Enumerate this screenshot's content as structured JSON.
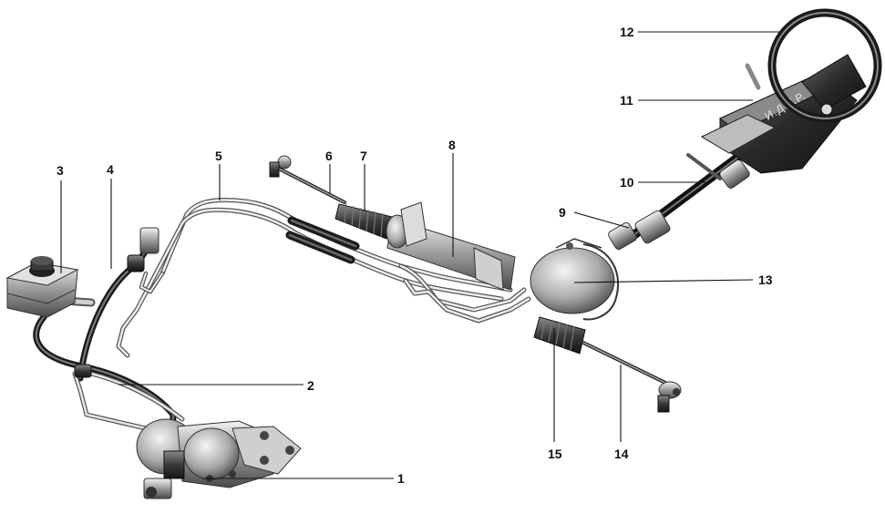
{
  "diagram": {
    "watermark": "И.Д.Т.Р.",
    "callouts": [
      {
        "id": "1",
        "label": "1"
      },
      {
        "id": "2",
        "label": "2"
      },
      {
        "id": "3",
        "label": "3"
      },
      {
        "id": "4",
        "label": "4"
      },
      {
        "id": "5",
        "label": "5"
      },
      {
        "id": "6",
        "label": "6"
      },
      {
        "id": "7",
        "label": "7"
      },
      {
        "id": "8",
        "label": "8"
      },
      {
        "id": "9",
        "label": "9"
      },
      {
        "id": "10",
        "label": "10"
      },
      {
        "id": "11",
        "label": "11"
      },
      {
        "id": "12",
        "label": "12"
      },
      {
        "id": "13",
        "label": "13"
      },
      {
        "id": "14",
        "label": "14"
      },
      {
        "id": "15",
        "label": "15"
      }
    ]
  }
}
